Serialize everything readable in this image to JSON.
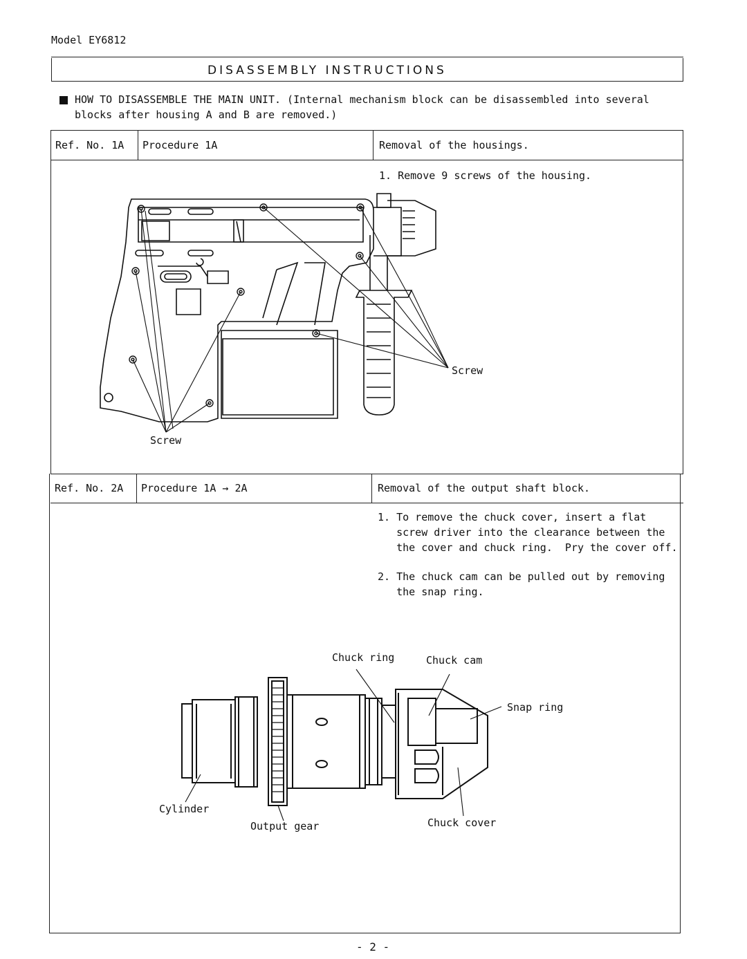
{
  "header": {
    "model": "Model EY6812",
    "title": "DISASSEMBLY INSTRUCTIONS"
  },
  "intro": {
    "line1": "HOW TO DISASSEMBLE THE  MAIN UNIT. (Internal mechanism block can be disassembled into several",
    "line2": "blocks after housing A and B are removed.)"
  },
  "sections": [
    {
      "ref": "Ref. No. 1A",
      "procedure": "Procedure 1A",
      "description": "Removal of the housings.",
      "steps": [
        "1. Remove 9 screws of the housing."
      ],
      "labels": {
        "screw_right": "Screw",
        "screw_left": "Screw"
      }
    },
    {
      "ref": "Ref. No. 2A",
      "procedure": "Procedure 1A → 2A",
      "description": "Removal of the output shaft block.",
      "steps": [
        "1. To remove the chuck cover, insert a flat",
        "   screw driver into the clearance between the",
        "   the cover and chuck ring.  Pry the cover off.",
        "2. The chuck cam can be pulled out by removing",
        "   the snap ring."
      ],
      "labels": {
        "chuck_ring": "Chuck ring",
        "chuck_cam": "Chuck cam",
        "snap_ring": "Snap ring",
        "cylinder": "Cylinder",
        "output_gear": "Output gear",
        "chuck_cover": "Chuck cover"
      }
    }
  ],
  "footer": {
    "page_number": "- 2 -"
  }
}
